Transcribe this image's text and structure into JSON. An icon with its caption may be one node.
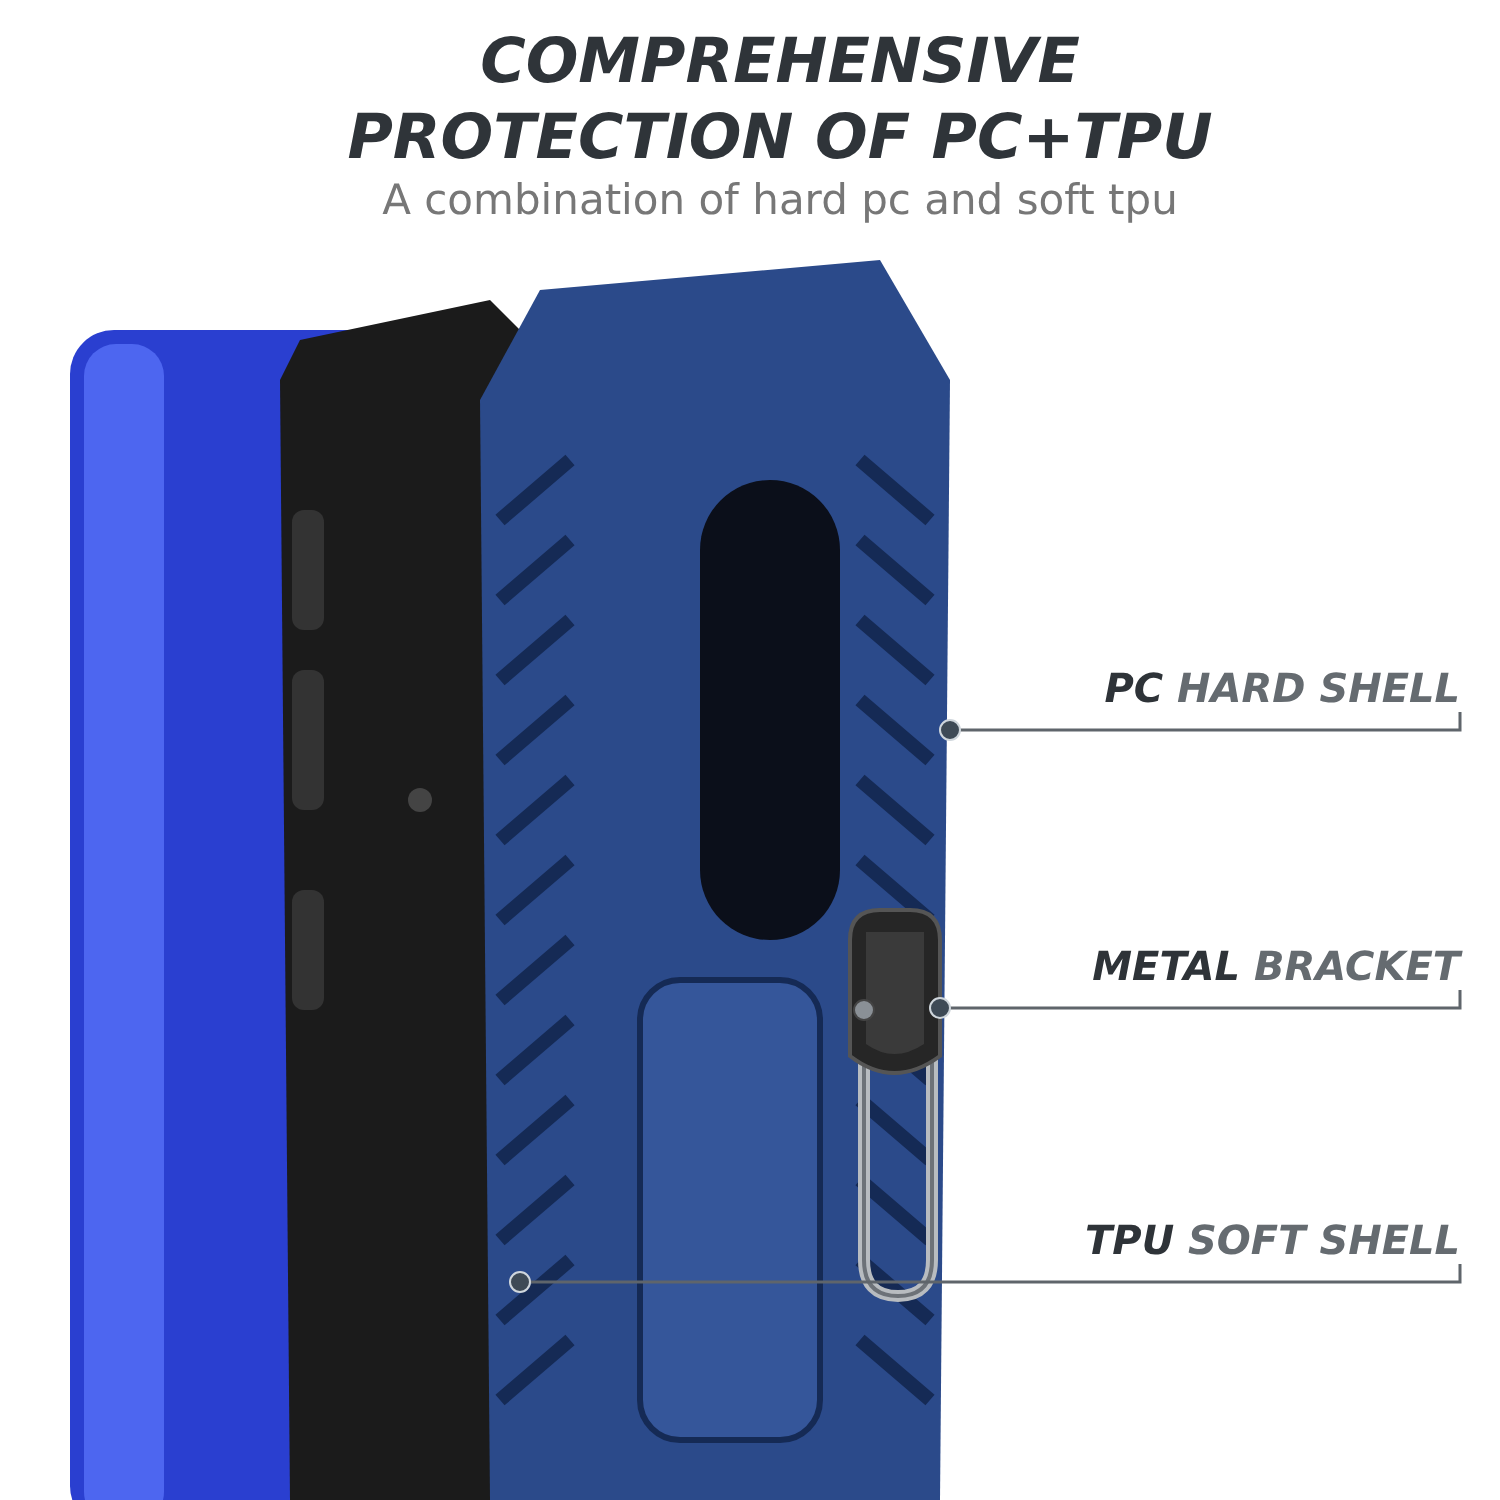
{
  "diagram": {
    "title": "COMPREHENSIVE PROTECTION OF PC+TPU",
    "nodes": [
      {
        "text": [
          "PC HARD SHELL"
        ]
      },
      {
        "text": [
          "METAL BRACKET"
        ]
      },
      {
        "text": [
          "TPU SOFT SHELL"
        ]
      },
      {
        "text": [],
        "shape": "picture"
      },
      {
        "text": [],
        "shape": "picture",
        "in": 3
      },
      {
        "text": [],
        "shape": "picture"
      }
    ],
    "edges": [
      {
        "from": 0,
        "to": 3,
        "arrow": "other"
      },
      {
        "from": 1,
        "to": 4,
        "arrow": "other"
      },
      {
        "from": 2,
        "to": 5,
        "arrow": "other"
      }
    ],
    "labels": [
      "A combination of hard pc and soft tpu"
    ]
  }
}
